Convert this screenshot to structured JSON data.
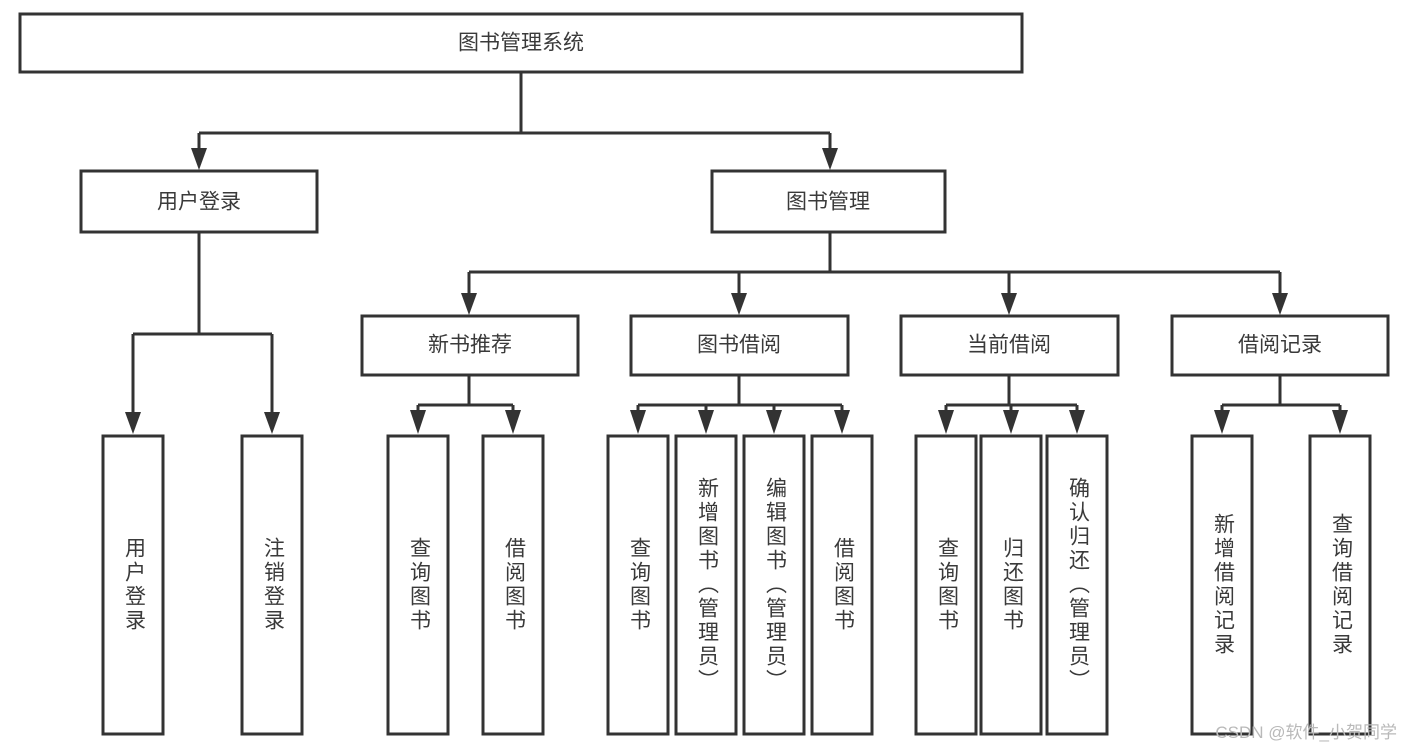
{
  "diagram": {
    "type": "tree-hierarchy",
    "title": "图书管理系统",
    "background_color": "#ffffff",
    "line_color": "#333333",
    "text_color": "#3a3a3a",
    "nodes": {
      "root": {
        "label": "图书管理系统"
      },
      "level1": [
        {
          "id": "user-login",
          "label": "用户登录"
        },
        {
          "id": "book-manage",
          "label": "图书管理"
        }
      ],
      "level2": [
        {
          "id": "new-book-recommend",
          "label": "新书推荐"
        },
        {
          "id": "book-borrow",
          "label": "图书借阅"
        },
        {
          "id": "current-borrow",
          "label": "当前借阅"
        },
        {
          "id": "borrow-record",
          "label": "借阅记录"
        }
      ],
      "leaves": {
        "user_login": [
          {
            "id": "leaf-user-login",
            "label": "用户登录"
          },
          {
            "id": "leaf-user-logout",
            "label": "注销登录"
          }
        ],
        "new_book_recommend": [
          {
            "id": "leaf-query-book-1",
            "label": "查询图书"
          },
          {
            "id": "leaf-borrow-book-1",
            "label": "借阅图书"
          }
        ],
        "book_borrow": [
          {
            "id": "leaf-query-book-2",
            "label": "查询图书"
          },
          {
            "id": "leaf-add-book",
            "label": "新增图书（管理员）"
          },
          {
            "id": "leaf-edit-book",
            "label": "编辑图书（管理员）"
          },
          {
            "id": "leaf-borrow-book-2",
            "label": "借阅图书"
          }
        ],
        "current_borrow": [
          {
            "id": "leaf-query-book-3",
            "label": "查询图书"
          },
          {
            "id": "leaf-return-book",
            "label": "归还图书"
          },
          {
            "id": "leaf-confirm-return",
            "label": "确认归还（管理员）"
          }
        ],
        "borrow_record": [
          {
            "id": "leaf-add-record",
            "label": "新增借阅记录"
          },
          {
            "id": "leaf-query-record",
            "label": "查询借阅记录"
          }
        ]
      }
    }
  },
  "watermark": {
    "text": "CSDN @软件_小贺同学"
  }
}
